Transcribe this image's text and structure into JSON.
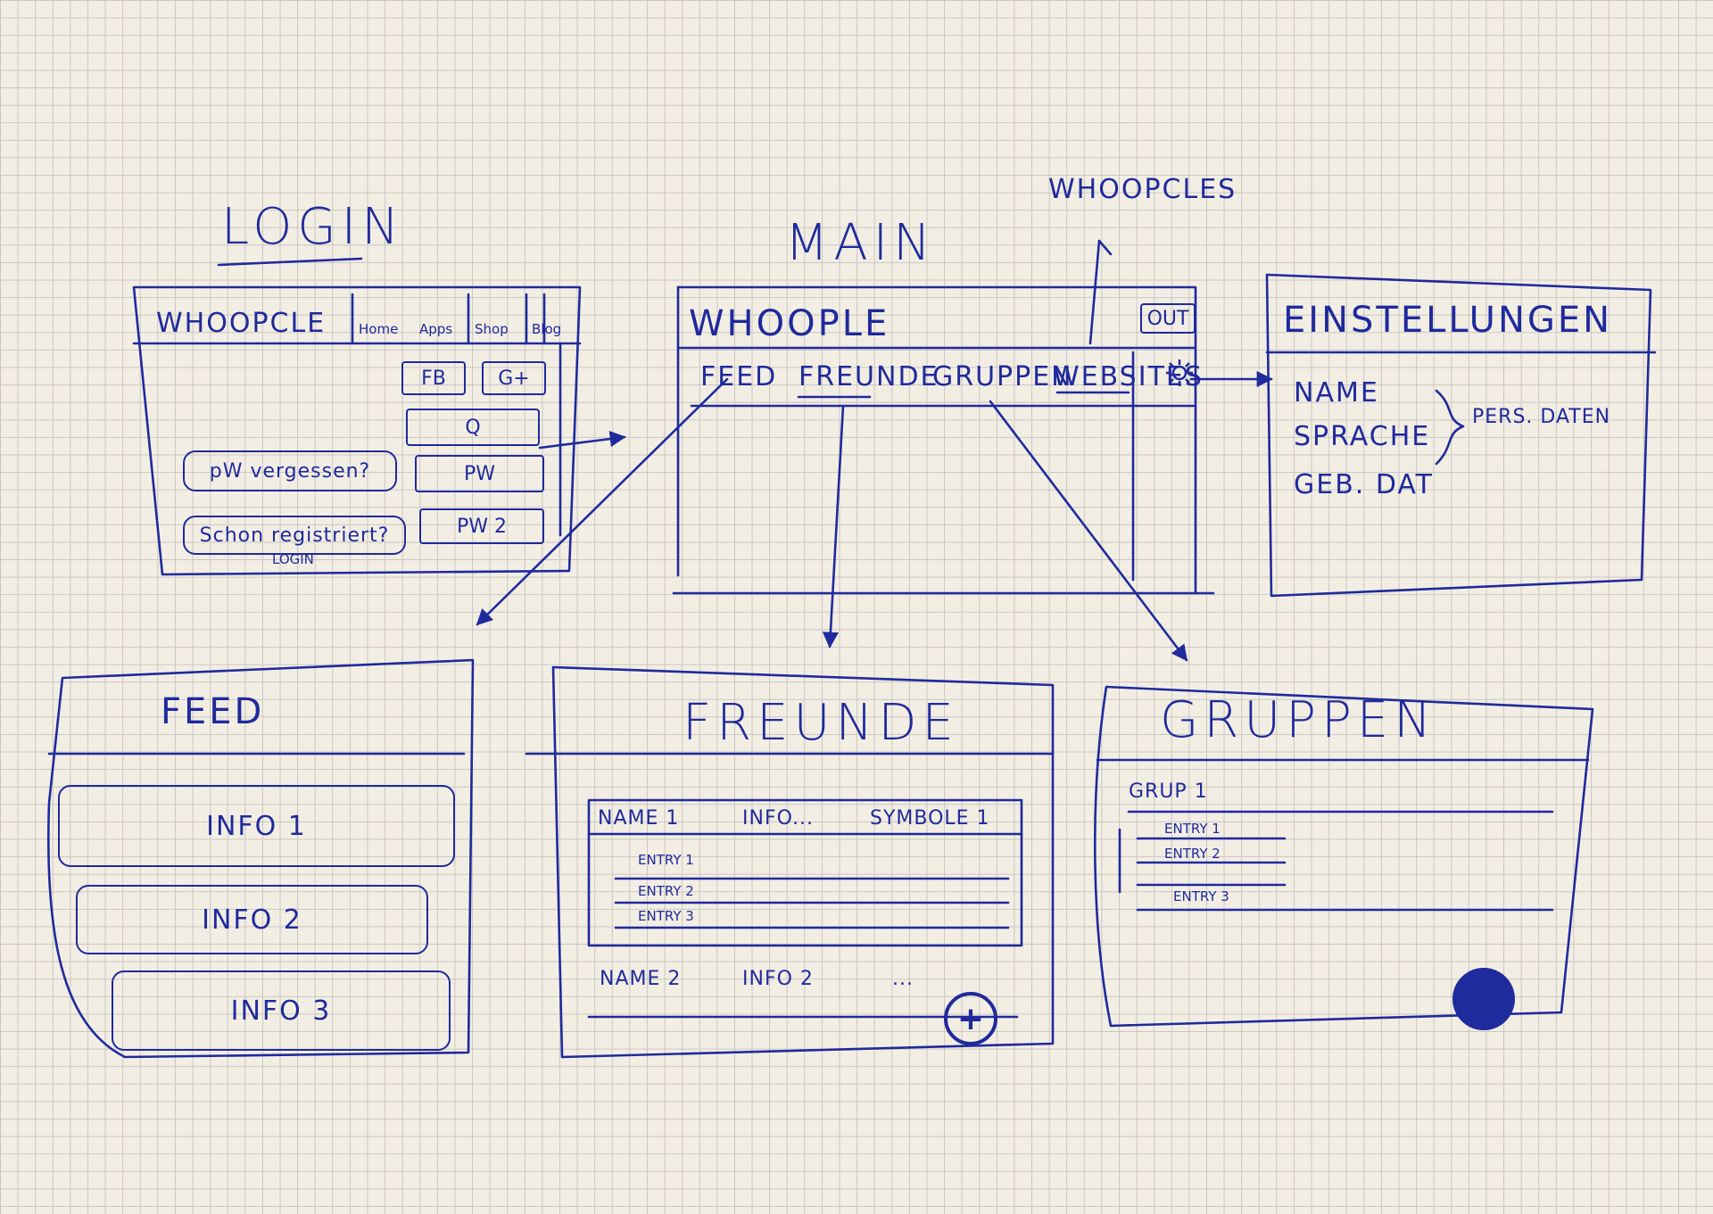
{
  "headings": {
    "login": "LOGIN",
    "main": "MAIN",
    "whoopcles": "WHOOPCLES"
  },
  "login_screen": {
    "app_title": "WHOOPCLE",
    "nav": [
      "Home",
      "Apps",
      "Shop",
      "Blog"
    ],
    "social": [
      "FB",
      "G+"
    ],
    "search_button": "Q",
    "pw_label": "PW",
    "pw2_label": "PW 2",
    "forgot_link": "pW vergessen?",
    "registered_link": "Schon registriert?",
    "login_link": "LOGIN"
  },
  "main_screen": {
    "app_title": "WHOOPLE",
    "logout_button": "OUT",
    "tabs": [
      "FEED",
      "FREUNDE",
      "GRUPPEN",
      "WEBSITES"
    ],
    "settings_icon": "gear-icon"
  },
  "settings_screen": {
    "title": "EINSTELLUNGEN",
    "fields": [
      "NAME",
      "SPRACHE",
      "GEB. DAT"
    ],
    "group_label": "PERS. DATEN"
  },
  "feed_screen": {
    "title": "FEED",
    "items": [
      "INFO 1",
      "INFO 2",
      "INFO 3"
    ]
  },
  "friends_screen": {
    "title": "FREUNDE",
    "row1": {
      "name": "NAME 1",
      "info": "INFO...",
      "symbols": "SYMBOLE 1"
    },
    "entries": [
      "ENTRY 1",
      "ENTRY 2",
      "ENTRY 3"
    ],
    "row2": {
      "name": "NAME 2",
      "info": "INFO 2",
      "more": "..."
    },
    "add_button": "+"
  },
  "groups_screen": {
    "title": "GRUPPEN",
    "group": "GRUP 1",
    "entries": [
      "ENTRY 1",
      "ENTRY 2",
      "ENTRY 3"
    ]
  },
  "colors": {
    "ink": "#1f2a9c",
    "paper": "#f3eee4",
    "grid": "#c9c6c0"
  }
}
